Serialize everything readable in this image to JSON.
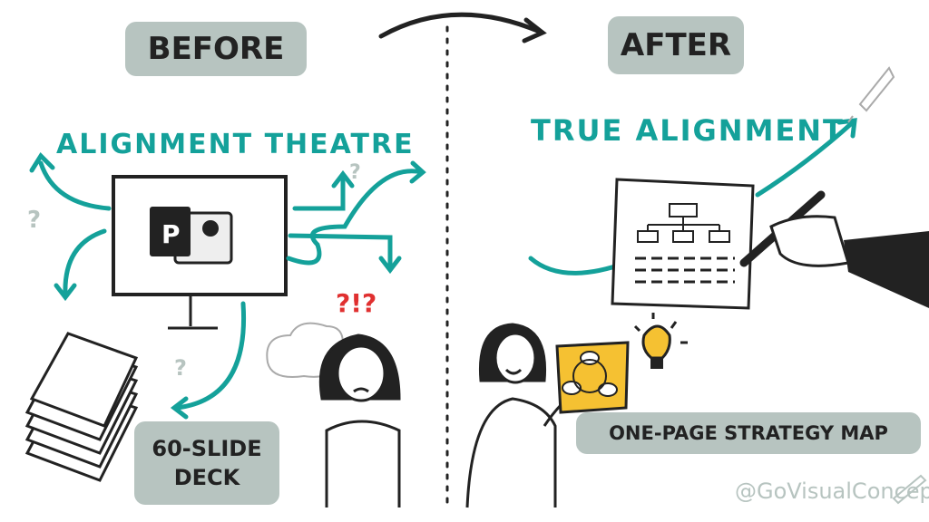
{
  "before": {
    "label": "BEFORE",
    "subtitle": "ALIGNMENT THEATRE",
    "deck_label": "60-SLIDE DECK",
    "confusion": "?!?",
    "question": "?"
  },
  "after": {
    "label": "AFTER",
    "subtitle": "TRUE ALIGNMENT",
    "map_label": "ONE-PAGE STRATEGY MAP"
  },
  "credit": "@GoVisualConcept",
  "icons": [
    "powerpoint-icon",
    "monitor-icon",
    "paper-stack-icon",
    "confused-person-icon",
    "thought-cloud-icon",
    "rocket-icon",
    "org-chart-document-icon",
    "pen-hand-icon",
    "presenting-person-icon",
    "lightbulb-icon",
    "cycle-diagram-icon",
    "pencil-icon"
  ],
  "colors": {
    "teal": "#14a19a",
    "label_bg": "#b7c4c0",
    "ink": "#222222",
    "yellow": "#f5c132",
    "alert_red": "#e03030",
    "credit_gray": "#b7c4c0"
  }
}
